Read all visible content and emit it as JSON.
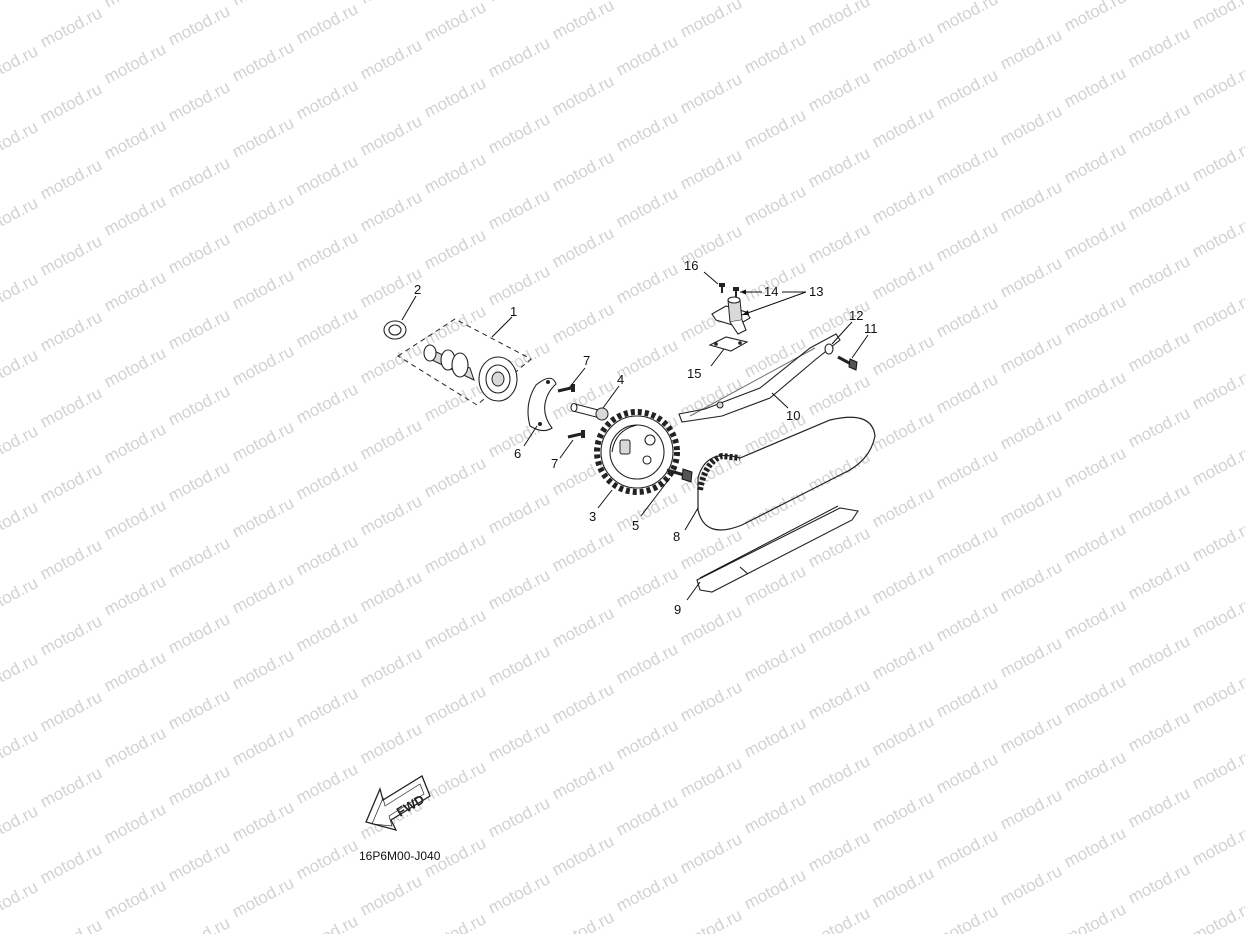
{
  "watermark": {
    "text": "motod.ru",
    "color": "#d2d2d2"
  },
  "diagram_code": "16P6M00-J040",
  "fwd_label": "FWD",
  "callouts": {
    "c1": "1",
    "c2": "2",
    "c3": "3",
    "c4": "4",
    "c5": "5",
    "c6": "6",
    "c7a": "7",
    "c7b": "7",
    "c8": "8",
    "c9": "9",
    "c10": "10",
    "c11": "11",
    "c12": "12",
    "c13": "13",
    "c14": "14",
    "c15": "15",
    "c16": "16"
  },
  "parts": [
    {
      "ref": "1",
      "icon": "camshaft-assembly-icon"
    },
    {
      "ref": "2",
      "icon": "oil-seal-icon"
    },
    {
      "ref": "3",
      "icon": "cam-sprocket-icon"
    },
    {
      "ref": "4",
      "icon": "decompressor-pin-icon"
    },
    {
      "ref": "5",
      "icon": "sprocket-bolt-icon"
    },
    {
      "ref": "6",
      "icon": "retainer-plate-icon"
    },
    {
      "ref": "7",
      "icon": "screw-icon"
    },
    {
      "ref": "8",
      "icon": "cam-chain-icon"
    },
    {
      "ref": "9",
      "icon": "chain-guide-icon"
    },
    {
      "ref": "10",
      "icon": "tensioner-guide-icon"
    },
    {
      "ref": "11",
      "icon": "guide-bolt-icon"
    },
    {
      "ref": "12",
      "icon": "washer-icon"
    },
    {
      "ref": "13",
      "icon": "tensioner-assembly-icon"
    },
    {
      "ref": "14",
      "icon": "tensioner-bolt-icon"
    },
    {
      "ref": "15",
      "icon": "gasket-icon"
    },
    {
      "ref": "16",
      "icon": "cap-bolt-icon"
    }
  ]
}
